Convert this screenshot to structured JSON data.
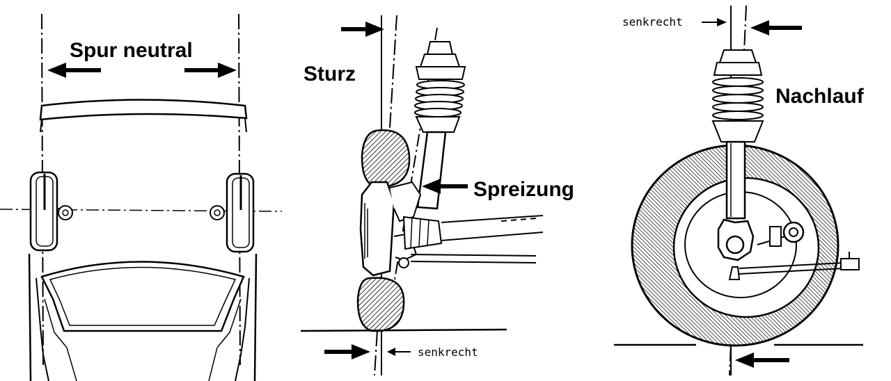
{
  "labels": {
    "toe": "Spur neutral",
    "camber": "Sturz",
    "kingpin": "Spreizung",
    "caster": "Nachlauf",
    "vertical_camber": "senkrecht",
    "vertical_caster": "senkrecht"
  },
  "colors": {
    "ink": "#000000",
    "paper": "#ffffff"
  },
  "icons": [
    "arrow-icon"
  ]
}
